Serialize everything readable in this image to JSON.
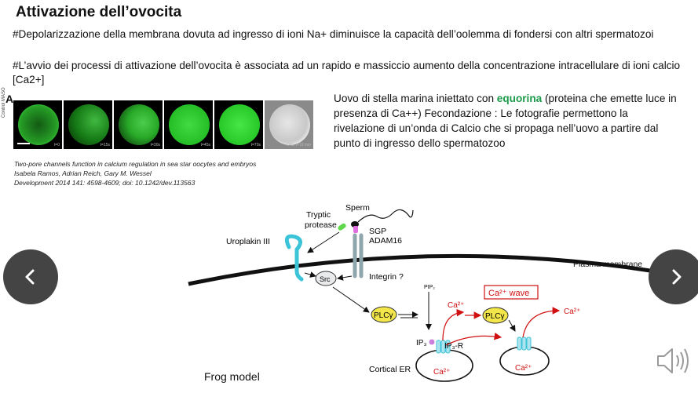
{
  "slide": {
    "title": "Attivazione dell’ovocita",
    "bullet1": "#Depolarizzazione della membrana dovuta ad ingresso di ioni Na+ diminuisce la capacità dell’oolemma di fondersi con altri spermatozoi",
    "bullet2": "#L’avvio dei processi di attivazione dell’ovocita è associata ad un rapido e massiccio aumento della concentrazione intracellulare di ioni calcio [Ca2+]"
  },
  "figure_a": {
    "panel_label": "A",
    "side_label": "Control MASO",
    "frames": [
      {
        "time": "t=0",
        "intensity": 0.9
      },
      {
        "time": "t=15s",
        "intensity": 0.8
      },
      {
        "time": "t=30s",
        "intensity": 0.85
      },
      {
        "time": "t=45s",
        "intensity": 0.95
      },
      {
        "time": "t=70s",
        "intensity": 1.0
      },
      {
        "time": "DIC, t=10 min",
        "intensity": 0
      }
    ]
  },
  "citation": {
    "line1": "Two-pore channels function in calcium regulation in sea star oocytes and embryos",
    "line2": "Isabela Ramos, Adrian Reich, Gary M. Wessel",
    "line3": "Development 2014 141: 4598-4609; doi: 10.1242/dev.113563"
  },
  "description": {
    "before": "Uovo di stella marina iniettato con ",
    "highlight": "equorina",
    "after": " (proteina che emette luce in presenza di Ca++) Fecondazione : Le fotografie permettono la rivelazione di un’onda di Calcio che si propaga nell’uovo a partire dal punto di ingresso dello spermatozoo"
  },
  "diagram": {
    "sperm": "Sperm",
    "tryptic_protease_1": "Tryptic",
    "tryptic_protease_2": "protease",
    "sgp": "SGP",
    "adam16": "ADAM16",
    "uroplakin": "Uroplakin III",
    "plasma_membrane": "Plasma membrane",
    "src": "Src",
    "integrin": "Integrin ?",
    "pip2": "PIP₂",
    "plc_1": "PLCγ",
    "plc_2": "PLCγ",
    "ca_wave": "Ca²⁺ wave",
    "ca_1": "Ca²⁺",
    "ca_2": "Ca²⁺",
    "ca_3": "Ca²⁺",
    "ca_4": "Ca²⁺",
    "ip3": "IP₃",
    "ip3r": "IP₃-R",
    "cortical_er": "Cortical ER",
    "colors": {
      "red": "#d01010",
      "cyan": "#3bc3d8",
      "yellow": "#f2e64a",
      "green": "#5ed84a",
      "pink": "#e070e0"
    }
  },
  "footer": {
    "frog_model": "Frog model"
  },
  "nav": {
    "prev_icon": "chevron-left-icon",
    "next_icon": "chevron-right-icon",
    "audio_icon": "speaker-icon"
  }
}
